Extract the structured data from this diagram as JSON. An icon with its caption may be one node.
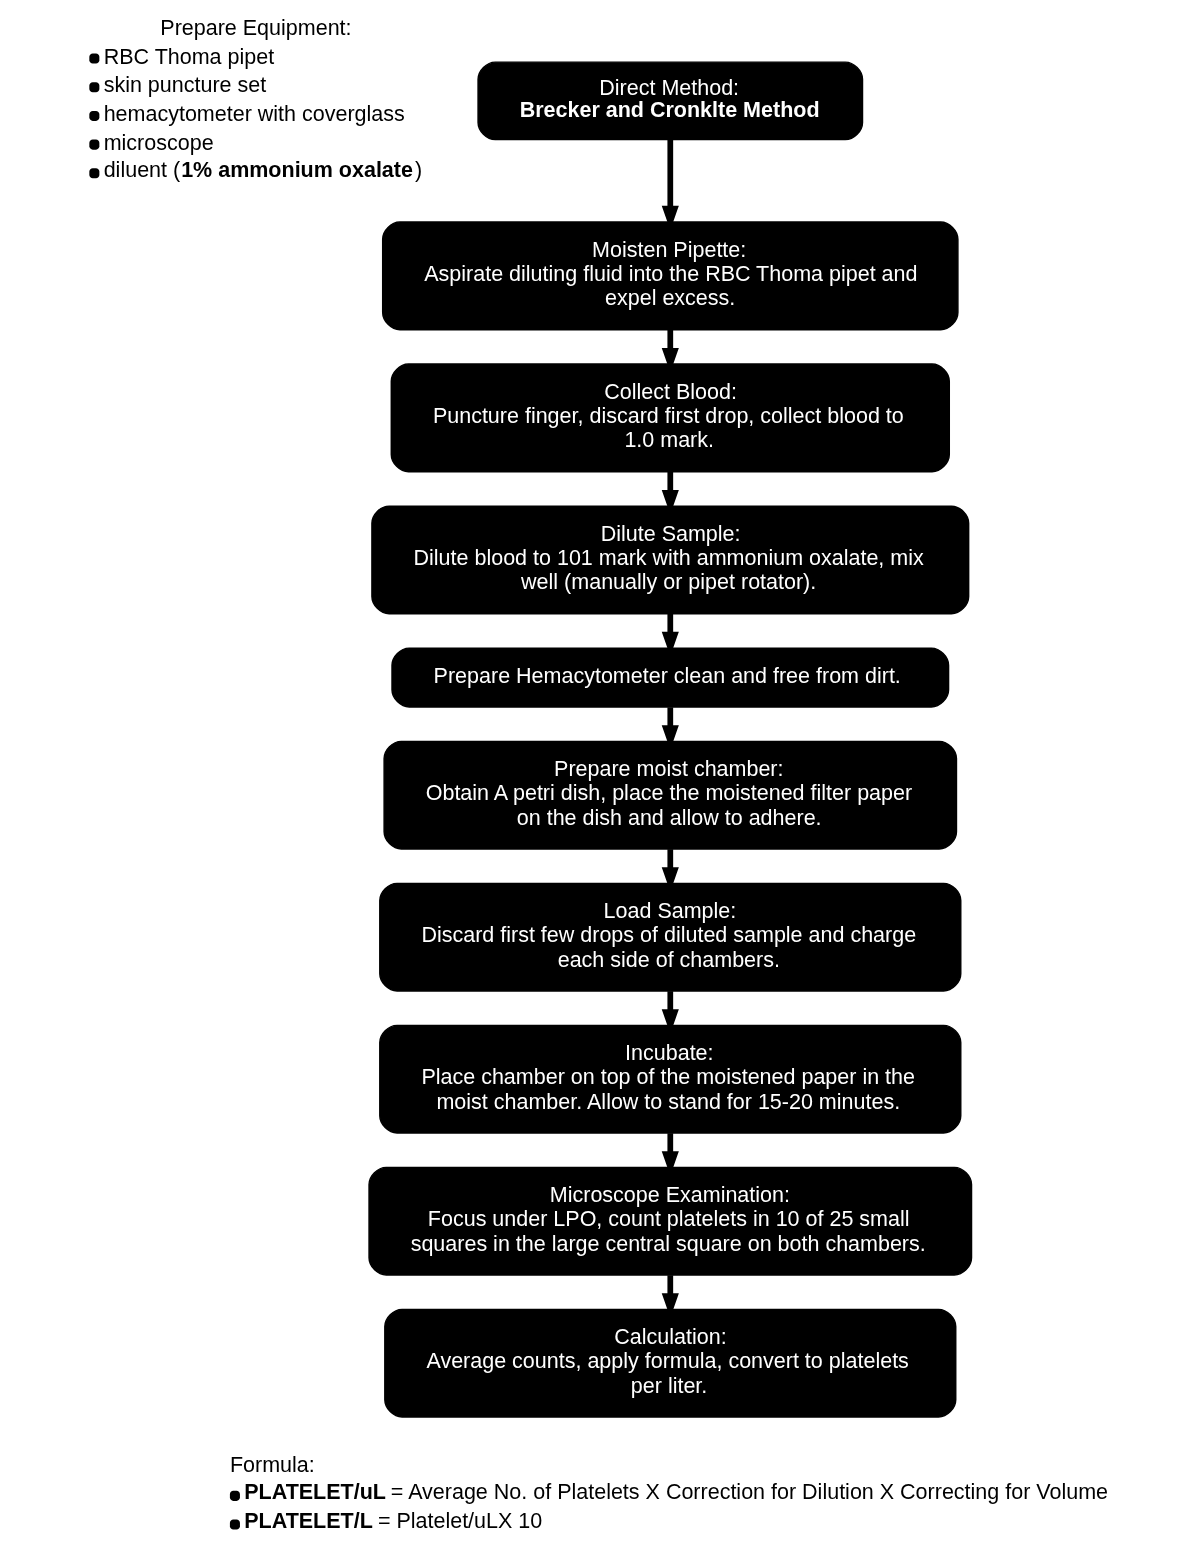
{
  "diagram": {
    "nodes": [
      {
        "text": [
          "Direct Method:",
          "Brecker and Cronklte Method"
        ]
      },
      {
        "text": [
          "Moisten Pipette:",
          "Aspirate diluting fluid into the RBC Thoma pipet and expel excess."
        ]
      },
      {
        "text": [
          "Collect Blood:",
          "Puncture finger, discard first drop, collect blood to 1.0 mark."
        ]
      },
      {
        "text": [
          "Dilute Sample:",
          "Dilute blood to 101 mark with ammonium oxalate, mix well (manually or pipet rotator)."
        ]
      },
      {
        "text": [
          "Prepare Hemacytometer clean and free from dirt."
        ]
      },
      {
        "text": [
          "Prepare moist chamber:",
          "Obtain A petri dish, place the moistened filter paper on the dish and allow to adhere."
        ]
      },
      {
        "text": [
          "Load Sample:",
          "Discard first few drops of diluted sample and charge each side of chambers."
        ]
      },
      {
        "text": [
          "Incubate:",
          "Place chamber on top of the moistened paper in the moist chamber. Allow to stand for 15-20 minutes."
        ]
      },
      {
        "text": [
          "Microscope Examination:",
          "Focus under LPO, count platelets in 10 of 25 small squares in the large central square on both chambers."
        ]
      },
      {
        "text": [
          "Calculation:",
          "Average counts, apply formula, convert to platelets per liter."
        ]
      }
    ],
    "edges": [
      {
        "from": 0,
        "to": 1,
        "arrow": "to"
      },
      {
        "from": 1,
        "to": 2,
        "arrow": "to"
      },
      {
        "from": 2,
        "to": 3,
        "arrow": "to"
      },
      {
        "from": 3,
        "to": 4,
        "arrow": "to"
      },
      {
        "from": 4,
        "to": 5,
        "arrow": "to"
      },
      {
        "from": 5,
        "to": 6,
        "arrow": "to"
      },
      {
        "from": 6,
        "to": 7,
        "arrow": "to"
      },
      {
        "from": 7,
        "to": 8,
        "arrow": "to"
      },
      {
        "from": 8,
        "to": 9,
        "arrow": "to"
      }
    ],
    "labels": [
      "Prepare Equipment:",
      "RBC Thoma pipet",
      "skin puncture set",
      "hemacytometer with coverglass",
      "microscope",
      "diluent (**1% ammonium oxalate**)",
      "Formula:",
      "**PLATELET/uL** = Average No. of Platelets X Correction for Dilution X Correcting for Volume",
      "**PLATELET/L** = Platelet/uLX 10"
    ]
  }
}
